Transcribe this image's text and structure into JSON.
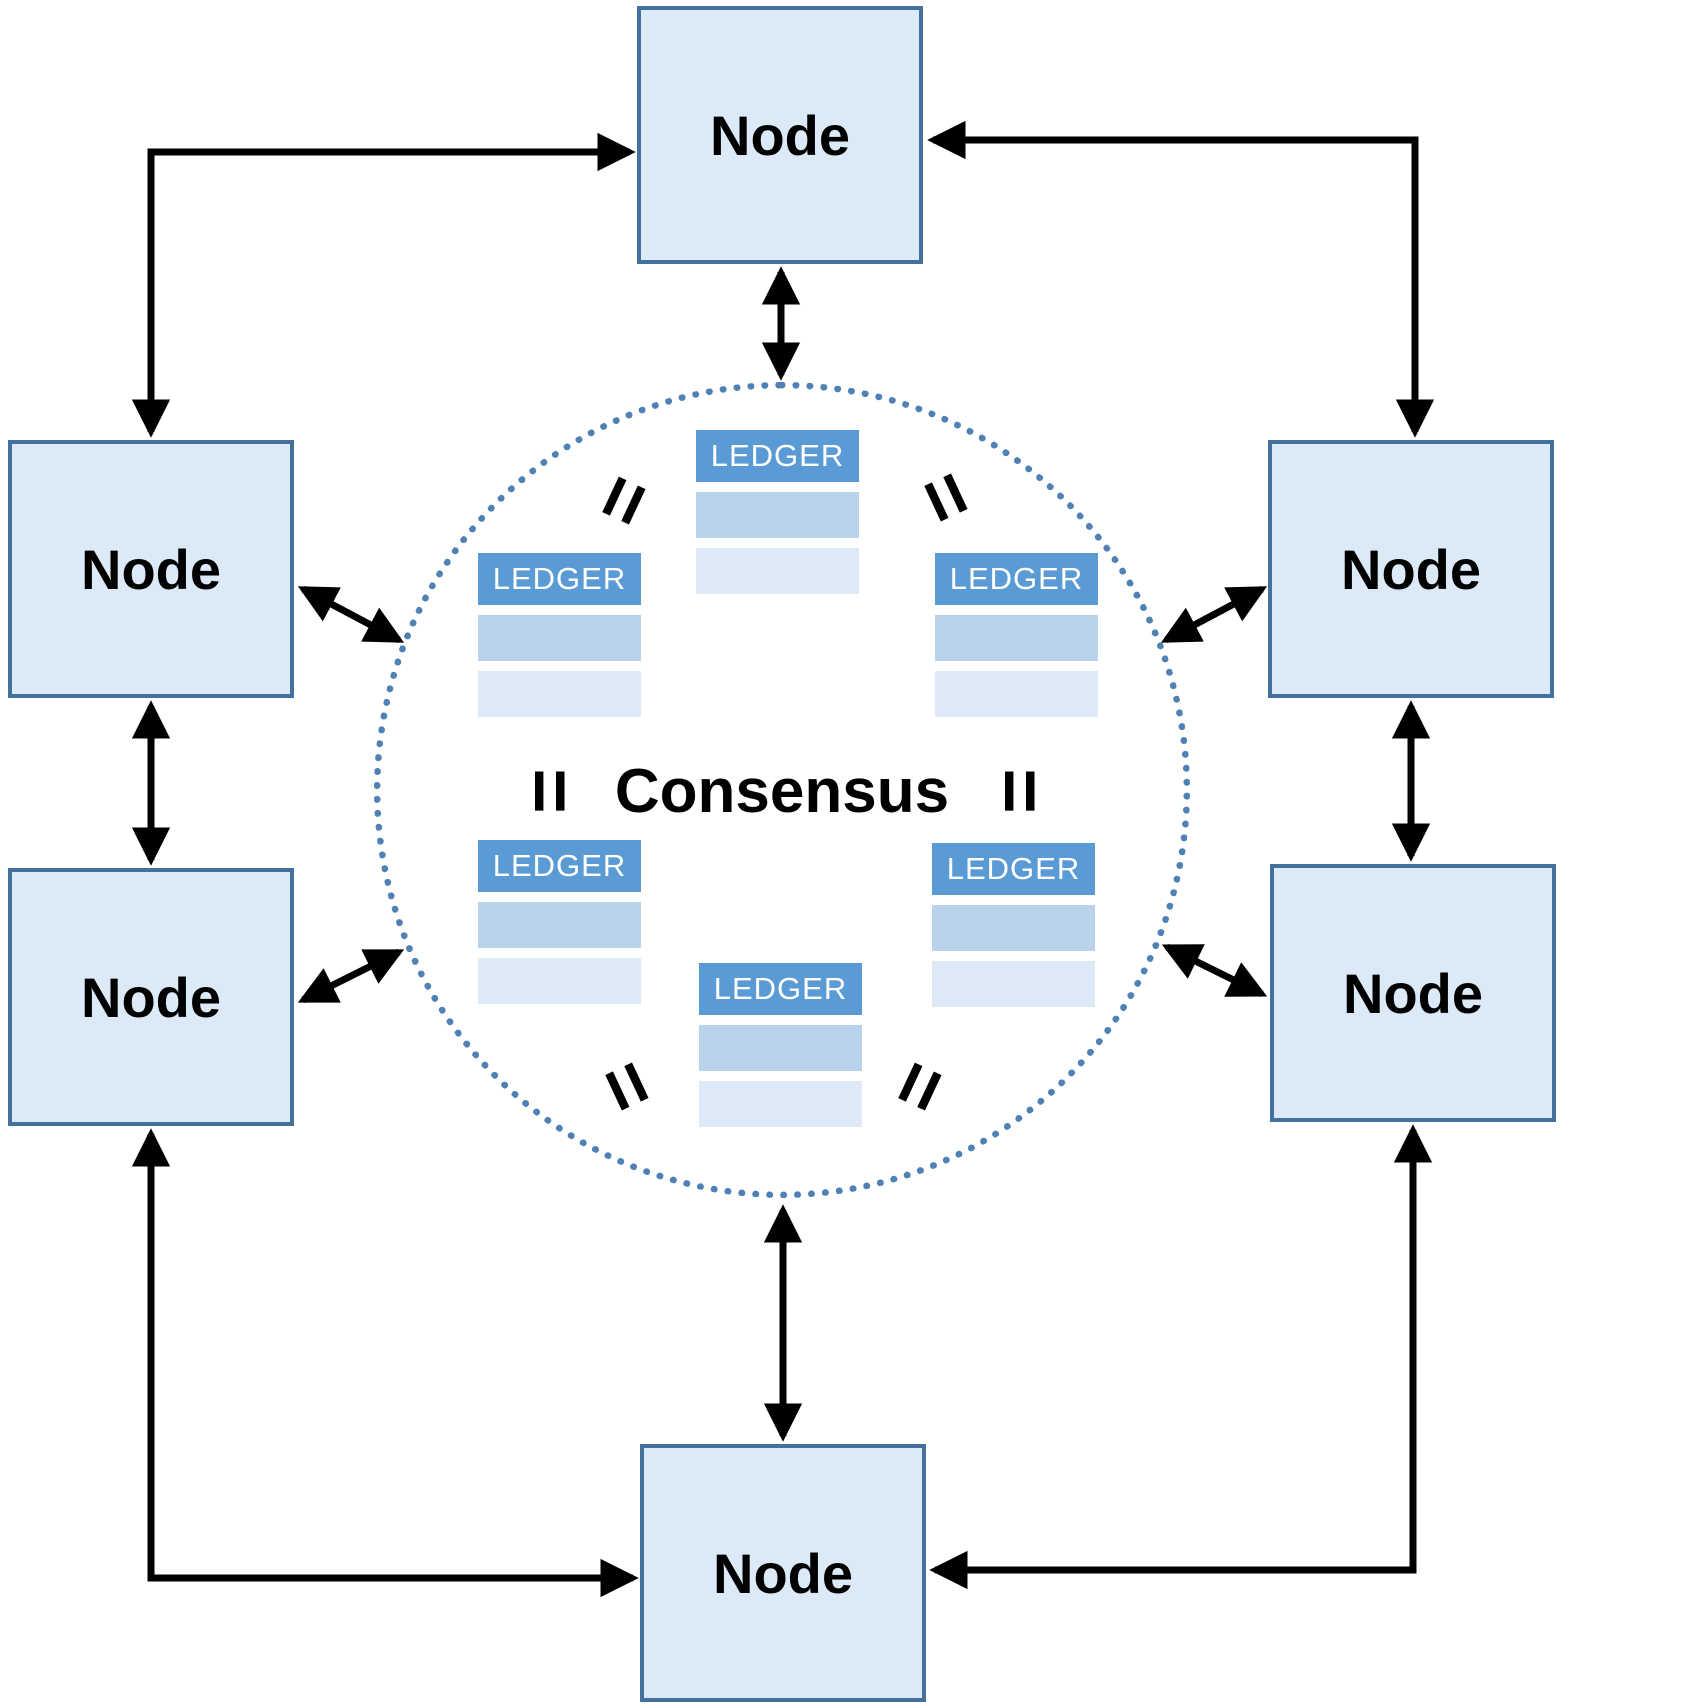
{
  "nodes": [
    {
      "position": "top",
      "label": "Node"
    },
    {
      "position": "upper-left",
      "label": "Node"
    },
    {
      "position": "upper-right",
      "label": "Node"
    },
    {
      "position": "lower-left",
      "label": "Node"
    },
    {
      "position": "lower-right",
      "label": "Node"
    },
    {
      "position": "bottom",
      "label": "Node"
    }
  ],
  "consensus": {
    "label": "Consensus",
    "equals_symbol": "="
  },
  "ledgers": [
    {
      "position": "top",
      "label": "LEDGER"
    },
    {
      "position": "upper-left",
      "label": "LEDGER"
    },
    {
      "position": "upper-right",
      "label": "LEDGER"
    },
    {
      "position": "lower-left",
      "label": "LEDGER"
    },
    {
      "position": "lower-right",
      "label": "LEDGER"
    },
    {
      "position": "bottom",
      "label": "LEDGER"
    }
  ],
  "colors": {
    "node_fill": "#dce9f7",
    "node_border": "#44709d",
    "ledger_header": "#5b9bd5",
    "ledger_header_text": "#ffffff",
    "ledger_row_dark": "#b9d3ec",
    "ledger_row_light": "#dde9f6",
    "circle_dots": "#4f81b5",
    "arrow": "#000000",
    "background": "#ffffff"
  }
}
